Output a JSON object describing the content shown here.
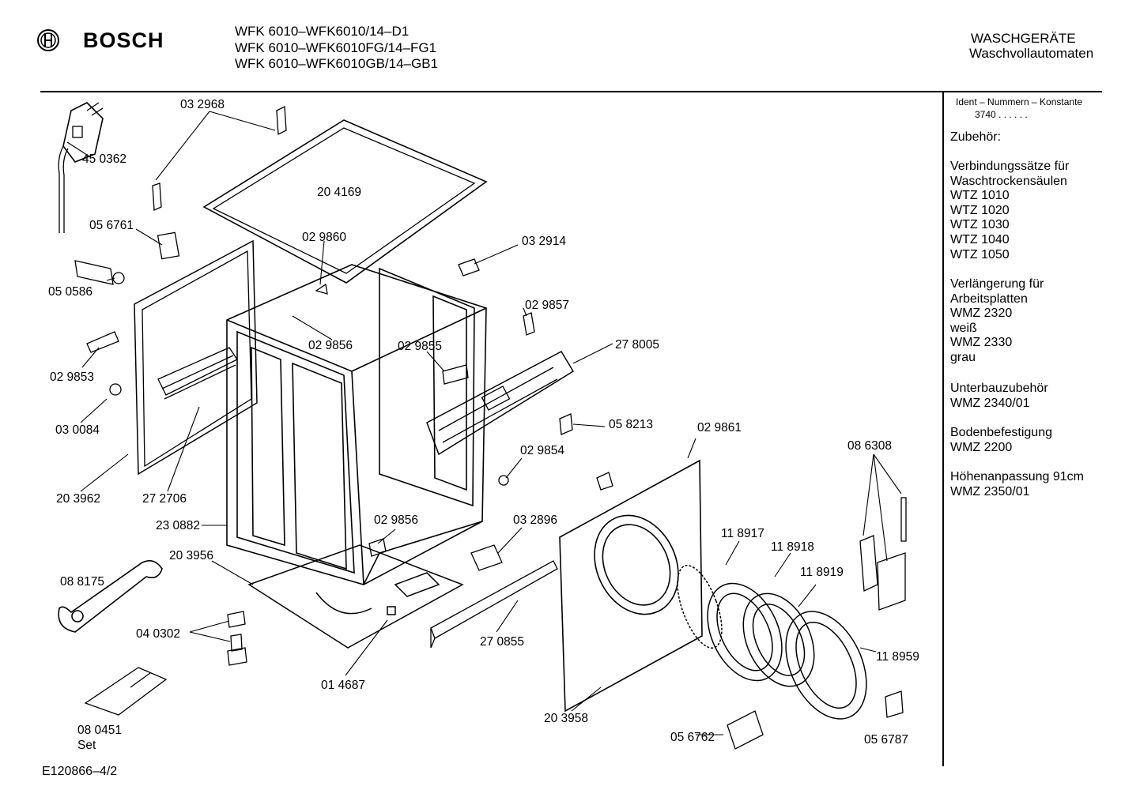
{
  "header": {
    "brand": "BOSCH",
    "models": [
      "WFK 6010–WFK6010/14–D1",
      "WFK 6010–WFK6010FG/14–FG1",
      "WFK 6010–WFK6010GB/14–GB1"
    ],
    "category_line1": "WASCHGERÄTE",
    "category_line2": "Waschvollautomaten"
  },
  "sidebar": {
    "ident_label": "Ident – Nummern – Konstante",
    "ident_value": "3740 . . . . . .",
    "accessories_title": "Zubehör:",
    "groups": [
      {
        "lines": [
          "Verbindungssätze für",
          "Waschtrockensäulen",
          "WTZ 1010",
          "WTZ 1020",
          "WTZ 1030",
          "WTZ 1040",
          "WTZ 1050"
        ]
      },
      {
        "lines": [
          "Verlängerung für",
          "Arbeitsplatten",
          "WMZ 2320",
          "weiß",
          "WMZ 2330",
          "grau"
        ]
      },
      {
        "lines": [
          "Unterbauzubehör",
          "WMZ 2340/01"
        ]
      },
      {
        "lines": [
          "Bodenbefestigung",
          "WMZ 2200"
        ]
      },
      {
        "lines": [
          "Höhenanpassung  91cm",
          "WMZ 2350/01"
        ]
      }
    ]
  },
  "parts": [
    "03 2968",
    "45 0362",
    "20 4169",
    "05 6761",
    "02 9860",
    "03 2914",
    "05 0586",
    "02 9857",
    "02 9856",
    "02 9855",
    "27 8005",
    "02 9853",
    "03 0084",
    "05 8213",
    "02 9861",
    "02 9854",
    "08 6308",
    "20 3962",
    "27 2706",
    "23 0882",
    "02 9856",
    "03 2896",
    "11 8917",
    "11 8918",
    "20 3956",
    "11 8919",
    "08 8175",
    "04 0302",
    "27 0855",
    "11 8959",
    "01 4687",
    "20 3958",
    "08  0451",
    "05 6762",
    "05 6787"
  ],
  "set_label": "Set",
  "footer_code": "E120866–4/2"
}
